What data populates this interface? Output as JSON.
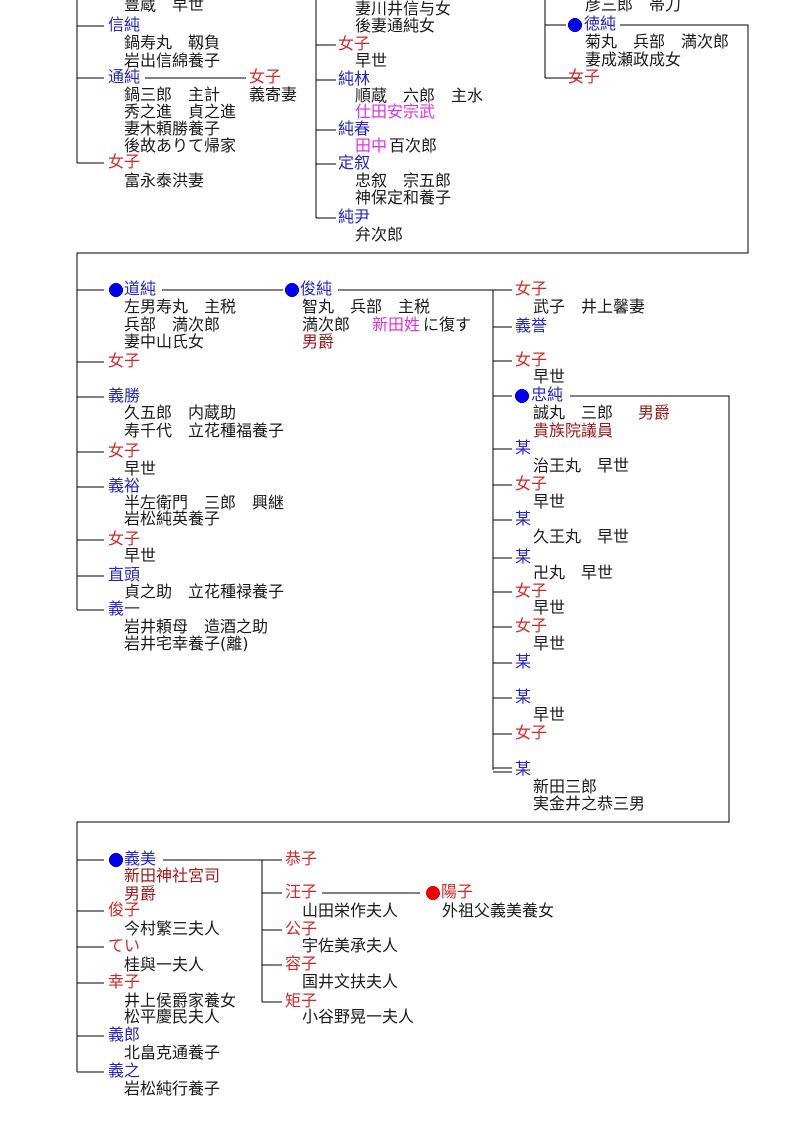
{
  "colors": {
    "male_name": "#2323c8",
    "female_name": "#d42828",
    "text": "#1a1a1a",
    "title": "#a01818",
    "highlight": "#e030e0",
    "heir_dot": "#0000ee",
    "female_heir_dot": "#ee0000"
  },
  "top_left": [
    "豊蔵　早世",
    "信純",
    "鍋寿丸　靱負",
    "岩出信綿養子",
    "通純",
    "女子",
    "鍋三郎　主計",
    "義寄妻",
    "秀之進　貞之進",
    "妻木頼勝養子",
    "後故ありて帰家",
    "女子",
    "富永泰洪妻"
  ],
  "top_middle": [
    "妻川井信与女",
    "後妻通純女",
    "女子",
    "早世",
    "純林",
    "順蔵　六郎　主水",
    "仕田安宗武",
    "純春",
    "田中",
    "百次郎",
    "定叙",
    "忠叙　宗五郎",
    "神保定和養子",
    "純尹",
    "弁次郎"
  ],
  "top_right": [
    "彦三郎　帯刀",
    "徳純",
    "菊丸　兵部　満次郎",
    "妻成瀬政成女",
    "女子"
  ],
  "mid_left": [
    "道純",
    "左男寿丸　主税",
    "兵部　満次郎",
    "妻中山氏女",
    "女子",
    "義勝",
    "久五郎　内蔵助",
    "寿千代　立花種福養子",
    "女子",
    "早世",
    "義裕",
    "半左衛門　三郎　興継",
    "岩松純英養子",
    "女子",
    "早世",
    "直頭",
    "貞之助　立花種禄養子",
    "義一",
    "岩井頼母　造酒之助",
    "岩井宅幸養子(離)"
  ],
  "mid_center": [
    "俊純",
    "智丸　兵部　主税",
    "満次郎",
    "新田姓",
    "に復す",
    "男爵"
  ],
  "mid_right": [
    "女子",
    "武子　井上馨妻",
    "義誉",
    "女子",
    "早世",
    "忠純",
    "誠丸　三郎",
    "男爵",
    "貴族院議員",
    "某",
    "治王丸　早世",
    "女子",
    "早世",
    "某",
    "久王丸　早世",
    "某",
    "卍丸　早世",
    "女子",
    "早世",
    "女子",
    "早世",
    "某",
    "某",
    "早世",
    "女子",
    "某",
    "新田三郎",
    "実金井之恭三男"
  ],
  "bottom_left": [
    "義美",
    "新田神社宮司",
    "男爵",
    "俊子",
    "今村繁三夫人",
    "てい",
    "桂與一夫人",
    "幸子",
    "井上侯爵家養女",
    "松平慶民夫人",
    "義郎",
    "北畠克通養子",
    "義之",
    "岩松純行養子"
  ],
  "bottom_center": [
    "恭子",
    "汪子",
    "山田栄作夫人",
    "公子",
    "宇佐美承夫人",
    "容子",
    "国井文扶夫人",
    "矩子",
    "小谷野晃一夫人"
  ],
  "bottom_right": [
    "陽子",
    "外祖父義美養女"
  ]
}
